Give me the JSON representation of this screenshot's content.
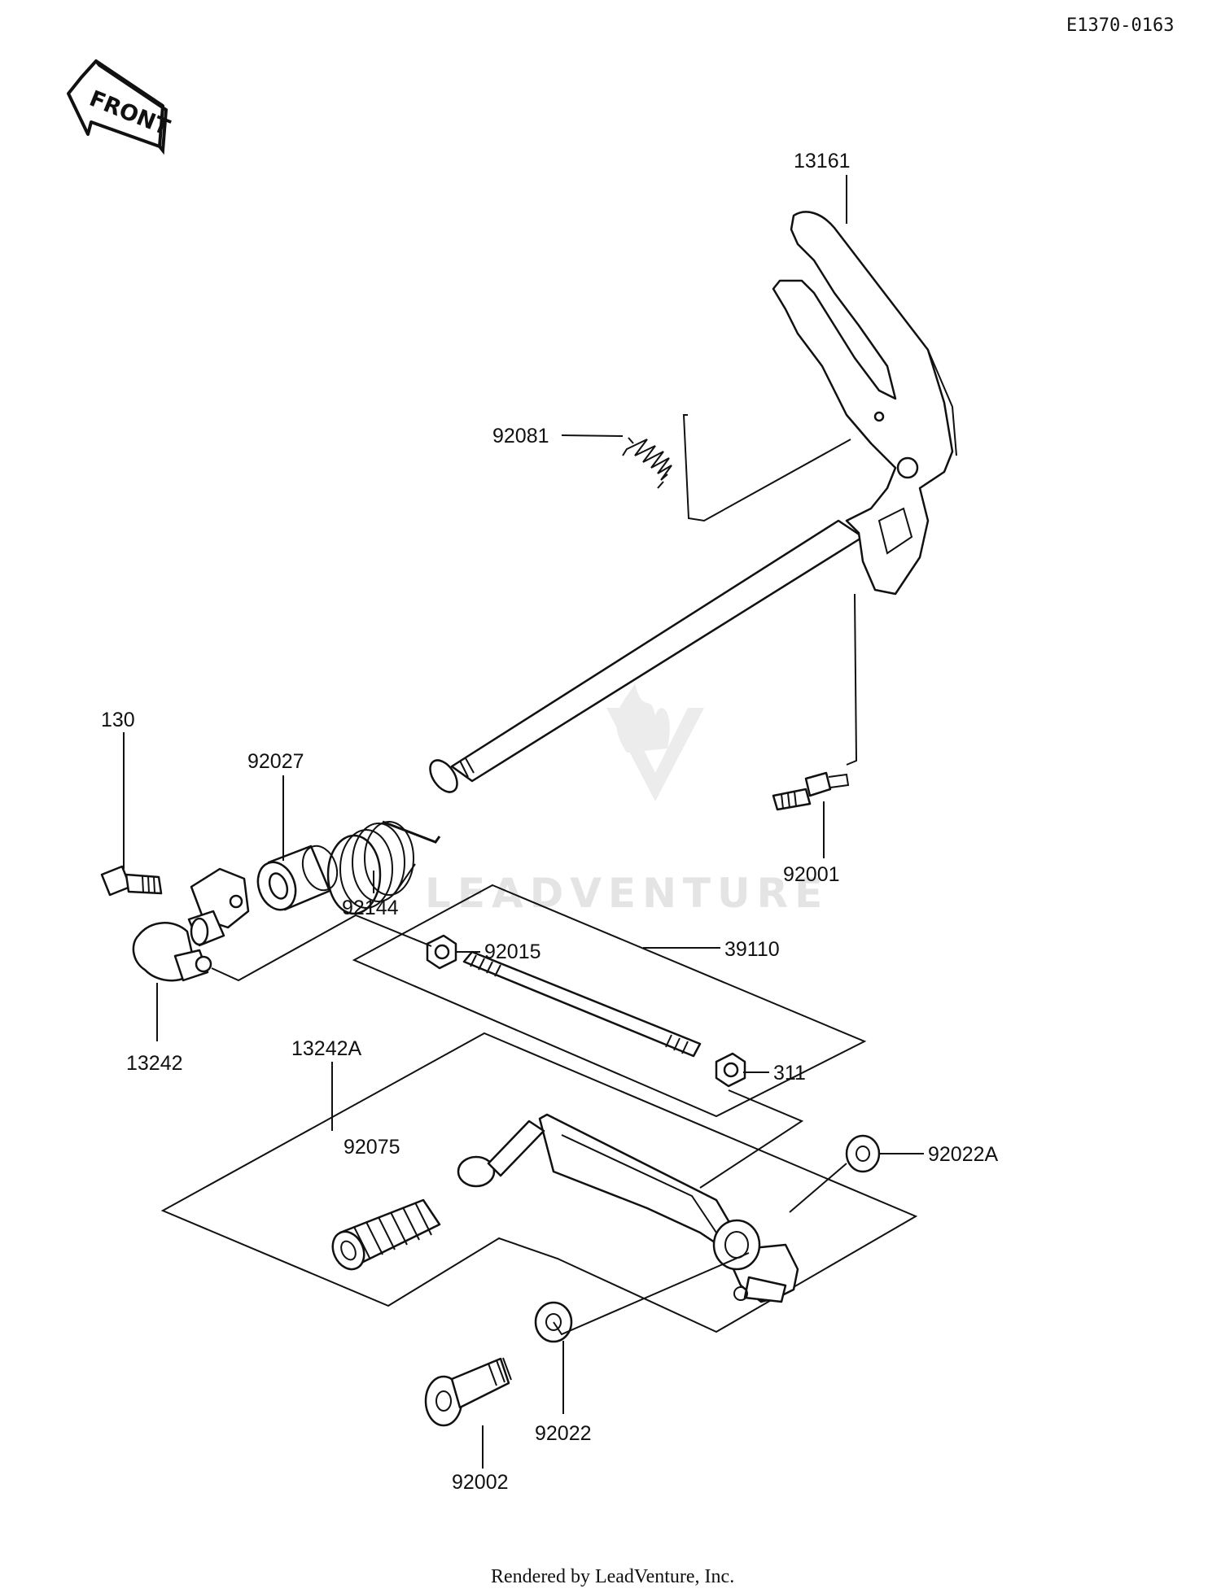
{
  "document_id": "E1370-0163",
  "front_badge": "FRONT",
  "watermark": "LEADVENTURE",
  "footer": "Rendered by LeadVenture, Inc.",
  "colors": {
    "ink": "#111111",
    "watermark": "#e4e4e4",
    "background": "#ffffff"
  },
  "parts": [
    {
      "id": "13161",
      "label": "13161"
    },
    {
      "id": "92081",
      "label": "92081"
    },
    {
      "id": "130",
      "label": "130"
    },
    {
      "id": "92027",
      "label": "92027"
    },
    {
      "id": "92144",
      "label": "92144"
    },
    {
      "id": "92001",
      "label": "92001"
    },
    {
      "id": "92015",
      "label": "92015"
    },
    {
      "id": "39110",
      "label": "39110"
    },
    {
      "id": "13242",
      "label": "13242"
    },
    {
      "id": "13242A",
      "label": "13242A"
    },
    {
      "id": "311",
      "label": "311"
    },
    {
      "id": "92075",
      "label": "92075"
    },
    {
      "id": "92022A",
      "label": "92022A"
    },
    {
      "id": "92022",
      "label": "92022"
    },
    {
      "id": "92002",
      "label": "92002"
    }
  ]
}
